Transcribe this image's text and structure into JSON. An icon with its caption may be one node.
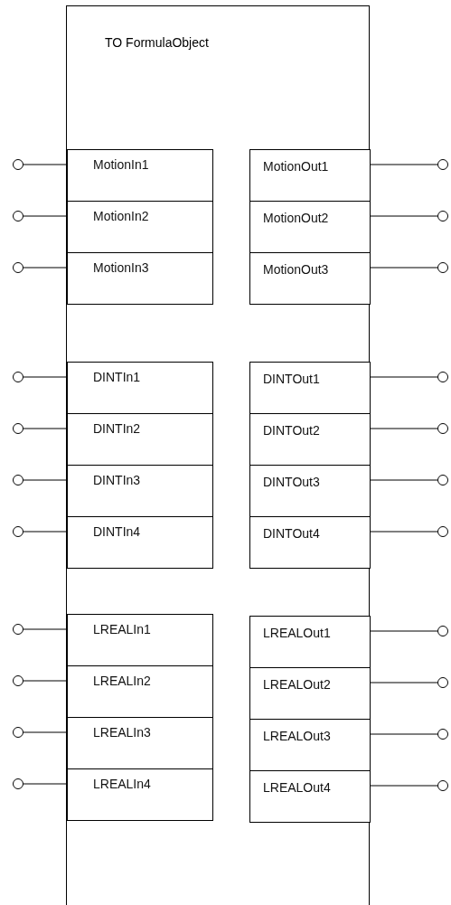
{
  "diagram": {
    "nodes": [
      {
        "text": [
          "TO FormulaObject"
        ]
      },
      {
        "text": [
          "MotionIn1"
        ],
        "in": 0
      },
      {
        "text": [
          "MotionOut1"
        ],
        "in": 0
      },
      {
        "text": [
          "MotionIn2"
        ],
        "in": 0
      },
      {
        "text": [
          "MotionOut2"
        ],
        "in": 0
      },
      {
        "text": [
          "MotionIn3"
        ],
        "in": 0
      },
      {
        "text": [
          "MotionOut3"
        ],
        "in": 0
      },
      {
        "text": [
          "DINTIn1"
        ],
        "in": 0
      },
      {
        "text": [
          "DINTOut1"
        ],
        "in": 0
      },
      {
        "text": [
          "DINTIn2"
        ],
        "in": 0
      },
      {
        "text": [
          "DINTOut2"
        ],
        "in": 0
      },
      {
        "text": [
          "DINTIn3"
        ],
        "in": 0
      },
      {
        "text": [
          "DINTOut3"
        ],
        "in": 0
      },
      {
        "text": [
          "DINTIn4"
        ],
        "in": 0
      },
      {
        "text": [
          "DINTOut4"
        ],
        "in": 0
      },
      {
        "text": [
          "LREALIn1"
        ],
        "in": 0
      },
      {
        "text": [
          "LREALOut1"
        ],
        "in": 0
      },
      {
        "text": [
          "LREALIn2"
        ],
        "in": 0
      },
      {
        "text": [
          "LREALOut2"
        ],
        "in": 0
      },
      {
        "text": [
          "LREALIn3"
        ],
        "in": 0
      },
      {
        "text": [
          "LREALOut3"
        ],
        "in": 0
      },
      {
        "text": [
          "LREALIn4"
        ],
        "in": 0
      },
      {
        "text": [
          "LREALOut4"
        ],
        "in": 0
      },
      {
        "text": [],
        "shape": "circle"
      },
      {
        "text": [],
        "shape": "circle"
      },
      {
        "text": [],
        "shape": "circle"
      },
      {
        "text": [],
        "shape": "circle"
      },
      {
        "text": [],
        "shape": "circle"
      },
      {
        "text": [],
        "shape": "circle"
      },
      {
        "text": [],
        "shape": "circle"
      },
      {
        "text": [],
        "shape": "circle"
      },
      {
        "text": [],
        "shape": "circle"
      },
      {
        "text": [],
        "shape": "circle"
      },
      {
        "text": [],
        "shape": "circle"
      },
      {
        "text": [],
        "shape": "circle"
      },
      {
        "text": [],
        "shape": "circle"
      },
      {
        "text": [],
        "shape": "circle"
      },
      {
        "text": [],
        "shape": "circle"
      },
      {
        "text": [],
        "shape": "circle"
      },
      {
        "text": [],
        "shape": "circle"
      },
      {
        "text": [],
        "shape": "circle"
      },
      {
        "text": [],
        "shape": "circle"
      },
      {
        "text": [],
        "shape": "circle"
      },
      {
        "text": [],
        "shape": "circle"
      },
      {
        "text": [],
        "shape": "circle"
      }
    ],
    "edges": [
      {
        "from": 23,
        "to": 1,
        "arrow": "none"
      },
      {
        "from": 2,
        "to": 24,
        "arrow": "none"
      },
      {
        "from": 25,
        "to": 3,
        "arrow": "none"
      },
      {
        "from": 4,
        "to": 26,
        "arrow": "none"
      },
      {
        "from": 27,
        "to": 5,
        "arrow": "none"
      },
      {
        "from": 6,
        "to": 28,
        "arrow": "none"
      },
      {
        "from": 29,
        "to": 7,
        "arrow": "none"
      },
      {
        "from": 8,
        "to": 30,
        "arrow": "none"
      },
      {
        "from": 31,
        "to": 9,
        "arrow": "none"
      },
      {
        "from": 10,
        "to": 32,
        "arrow": "none"
      },
      {
        "from": 33,
        "to": 11,
        "arrow": "none"
      },
      {
        "from": 12,
        "to": 34,
        "arrow": "none"
      },
      {
        "from": 35,
        "to": 13,
        "arrow": "none"
      },
      {
        "from": 14,
        "to": 36,
        "arrow": "none"
      },
      {
        "from": 37,
        "to": 15,
        "arrow": "none"
      },
      {
        "from": 16,
        "to": 38,
        "arrow": "none"
      },
      {
        "from": 39,
        "to": 17,
        "arrow": "none"
      },
      {
        "from": 18,
        "to": 40,
        "arrow": "none"
      },
      {
        "from": 41,
        "to": 19,
        "arrow": "none"
      },
      {
        "from": 20,
        "to": 42,
        "arrow": "none"
      },
      {
        "from": 43,
        "to": 21,
        "arrow": "none"
      },
      {
        "from": 22,
        "to": 44,
        "arrow": "none"
      }
    ]
  }
}
